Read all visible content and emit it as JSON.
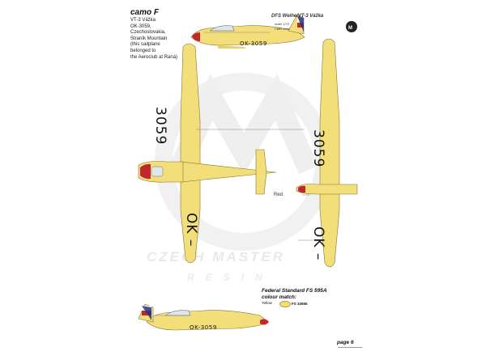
{
  "scheme_title": "camo F",
  "description_lines": [
    "VT-3 Vážka",
    "OK-3059,",
    "Czechoslovakia,",
    "Straník Mountain",
    "(this sailplane",
    "belonged to",
    "the Aeroclub at Raná)"
  ],
  "model_title": "DFS Weihe/VT-3 Vážka",
  "model_scale": "scale 1/72",
  "model_code": "CMR-xxxx",
  "watermark": {
    "line1": "CZECH MASTER",
    "line2": "RESIN"
  },
  "registration": {
    "side": "OK-3059",
    "wing_number": "3059",
    "wing_prefix": "OK –"
  },
  "color_match": {
    "title": "Federal Standard FS 595A",
    "subtitle": "colour match:",
    "color_name": "Yellow",
    "fs_code": "FS 33655"
  },
  "callout_red": "Red",
  "page_label": "page 6",
  "colors": {
    "airframe_yellow": "#f3df7a",
    "outline": "#8a7430",
    "tricolor_red": "#c0282d",
    "tricolor_blue": "#23318b",
    "canopy": "#dfe6ea"
  }
}
